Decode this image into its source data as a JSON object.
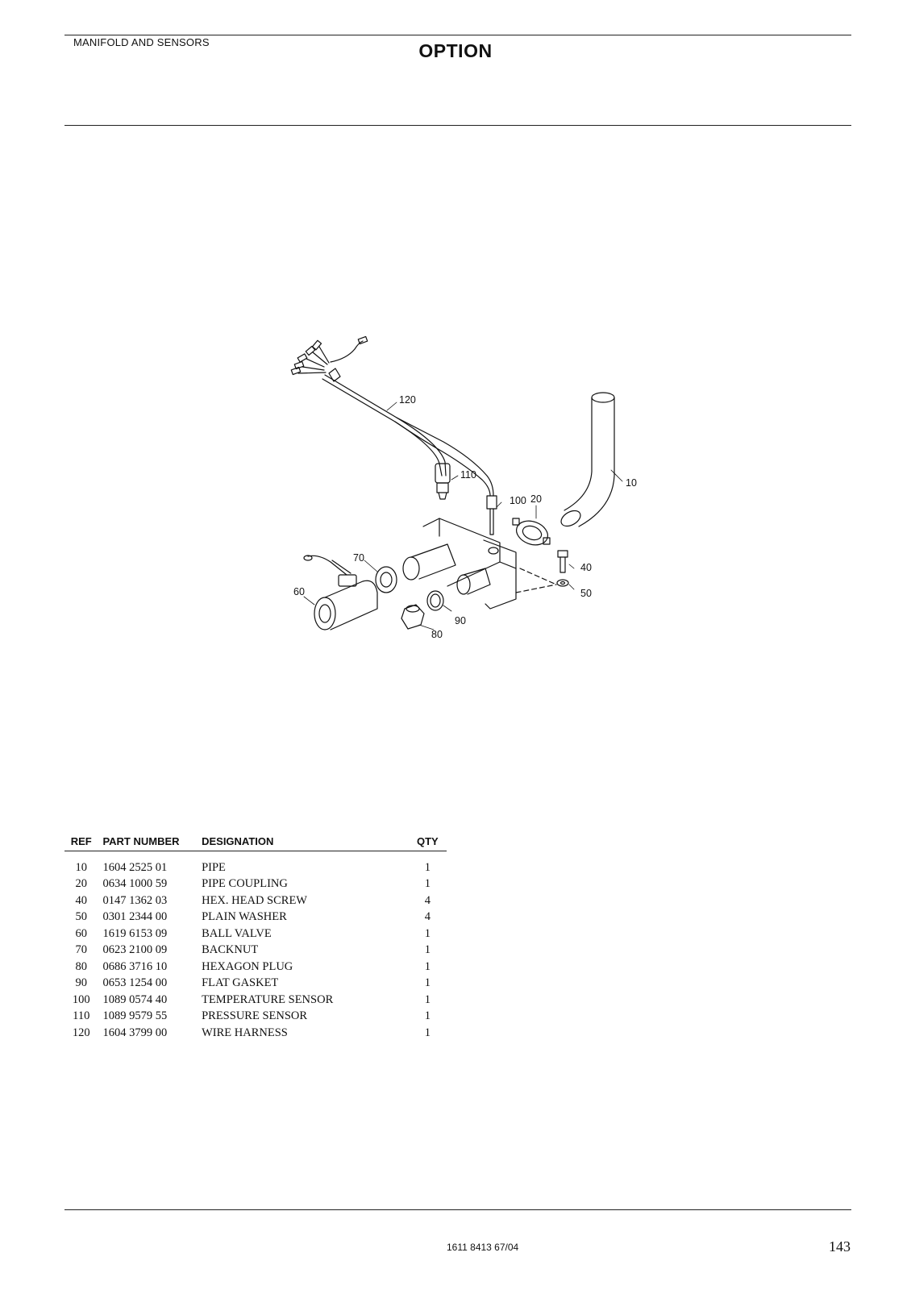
{
  "header": {
    "section_label": "MANIFOLD AND SENSORS",
    "heading": "OPTION"
  },
  "diagram": {
    "callouts": [
      "10",
      "20",
      "40",
      "50",
      "60",
      "70",
      "80",
      "90",
      "100",
      "110",
      "120"
    ]
  },
  "parts_table": {
    "columns": [
      "REF",
      "PART NUMBER",
      "DESIGNATION",
      "QTY"
    ],
    "rows": [
      {
        "ref": "10",
        "part_number": "1604 2525 01",
        "designation": "PIPE",
        "qty": "1"
      },
      {
        "ref": "20",
        "part_number": "0634 1000 59",
        "designation": "PIPE COUPLING",
        "qty": "1"
      },
      {
        "ref": "40",
        "part_number": "0147 1362 03",
        "designation": "HEX. HEAD SCREW",
        "qty": "4"
      },
      {
        "ref": "50",
        "part_number": "0301 2344 00",
        "designation": "PLAIN WASHER",
        "qty": "4"
      },
      {
        "ref": "60",
        "part_number": "1619 6153 09",
        "designation": "BALL VALVE",
        "qty": "1"
      },
      {
        "ref": "70",
        "part_number": "0623 2100 09",
        "designation": "BACKNUT",
        "qty": "1"
      },
      {
        "ref": "80",
        "part_number": "0686 3716 10",
        "designation": "HEXAGON PLUG",
        "qty": "1"
      },
      {
        "ref": "90",
        "part_number": "0653 1254 00",
        "designation": "FLAT GASKET",
        "qty": "1"
      },
      {
        "ref": "100",
        "part_number": "1089 0574 40",
        "designation": "TEMPERATURE SENSOR",
        "qty": "1"
      },
      {
        "ref": "110",
        "part_number": "1089 9579 55",
        "designation": "PRESSURE SENSOR",
        "qty": "1"
      },
      {
        "ref": "120",
        "part_number": "1604 3799 00",
        "designation": "WIRE HARNESS",
        "qty": "1"
      }
    ]
  },
  "footer": {
    "doc_number": "1611 8413 67/04",
    "page_number": "143"
  }
}
